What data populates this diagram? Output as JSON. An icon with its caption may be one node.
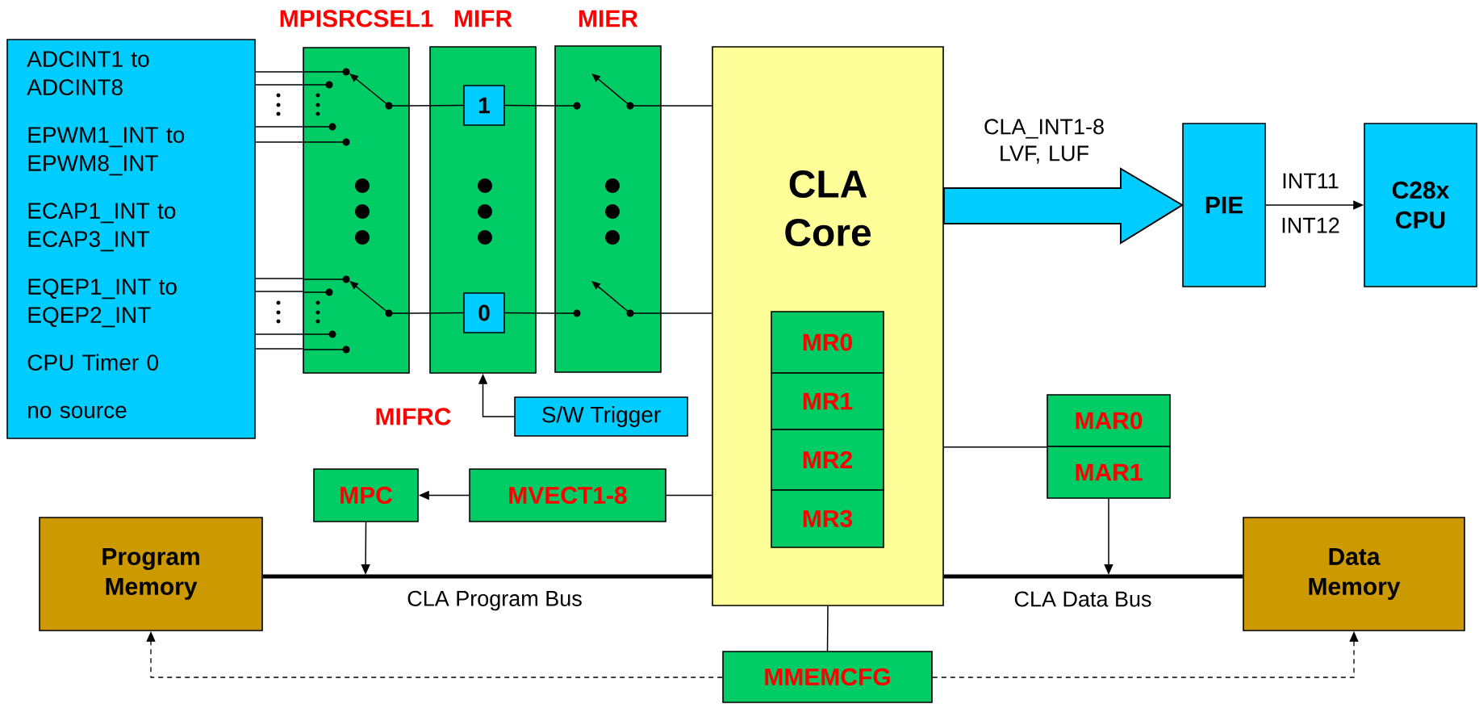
{
  "diagram": {
    "nodes": [
      {
        "text": [
          "ADCINT1 to ADCINT8",
          "EPWM1_INT to EPWM8_INT",
          "ECAP1_INT to ECAP3_INT",
          "EQEP1_INT to EQEP2_INT",
          "CPU Timer 0",
          "no source"
        ]
      },
      {
        "text": [
          "MPISRCSEL1"
        ]
      },
      {
        "text": [
          "MIFR"
        ]
      },
      {
        "text": [
          "1"
        ],
        "in": 2
      },
      {
        "text": [
          "0"
        ],
        "in": 2
      },
      {
        "text": [
          "MIER"
        ]
      },
      {
        "text": [
          "CLA Core"
        ]
      },
      {
        "text": [
          "MR0"
        ],
        "in": 6
      },
      {
        "text": [
          "MR1"
        ],
        "in": 6
      },
      {
        "text": [
          "MR2"
        ],
        "in": 6
      },
      {
        "text": [
          "MR3"
        ],
        "in": 6
      },
      {
        "text": [
          "S/W Trigger"
        ]
      },
      {
        "text": [
          "PIE"
        ]
      },
      {
        "text": [
          "C28x CPU"
        ]
      },
      {
        "text": [
          "MAR0"
        ]
      },
      {
        "text": [
          "MAR1"
        ]
      },
      {
        "text": [
          "MPC"
        ]
      },
      {
        "text": [
          "MVECT1-8"
        ]
      },
      {
        "text": [
          "Program Memory"
        ]
      },
      {
        "text": [
          "Data Memory"
        ]
      },
      {
        "text": [
          "MMEMCFG"
        ]
      }
    ],
    "edges": [
      {
        "from": 0,
        "to": 1,
        "arrow": "none"
      },
      {
        "from": 0,
        "to": 1,
        "arrow": "none"
      },
      {
        "from": 0,
        "to": 1,
        "arrow": "none"
      },
      {
        "from": 0,
        "to": 1,
        "arrow": "none"
      },
      {
        "from": 0,
        "to": 1,
        "arrow": "none"
      },
      {
        "from": 0,
        "to": 1,
        "arrow": "none"
      },
      {
        "from": 0,
        "to": 1,
        "arrow": "none"
      },
      {
        "from": 0,
        "to": 1,
        "arrow": "none"
      },
      {
        "from": 1,
        "to": 3,
        "arrow": "none"
      },
      {
        "from": 3,
        "to": 5,
        "arrow": "none"
      },
      {
        "from": 5,
        "to": 6,
        "arrow": "none"
      },
      {
        "from": 1,
        "to": 4,
        "arrow": "none"
      },
      {
        "from": 4,
        "to": 5,
        "arrow": "none"
      },
      {
        "from": 5,
        "to": 6,
        "arrow": "none"
      },
      {
        "from": 11,
        "to": 2,
        "arrow": "to"
      },
      {
        "from": 6,
        "to": 12,
        "arrow": "to",
        "style": "thick",
        "label": "CLA_INT1-8 LVF, LUF"
      },
      {
        "from": 12,
        "to": 13,
        "arrow": "to",
        "label": "INT11"
      },
      {
        "from": 6,
        "to": 17,
        "arrow": "none"
      },
      {
        "from": 17,
        "to": 16,
        "arrow": "to"
      },
      {
        "from": 16,
        "to": null,
        "arrow": "to"
      },
      {
        "from": 18,
        "to": 6,
        "arrow": "none",
        "style": "thick",
        "label": "CLA Program Bus"
      },
      {
        "from": 6,
        "to": 19,
        "arrow": "none",
        "style": "thick",
        "label": "CLA Data Bus"
      },
      {
        "from": 6,
        "to": 14,
        "arrow": "none"
      },
      {
        "from": 15,
        "to": null,
        "arrow": "to"
      },
      {
        "from": 6,
        "to": 20,
        "arrow": "none"
      },
      {
        "from": 20,
        "to": 18,
        "arrow": "to",
        "style": "dashed"
      },
      {
        "from": 20,
        "to": 19,
        "arrow": "to",
        "style": "dashed"
      }
    ],
    "labels": [
      "MIFRC",
      "INT12"
    ]
  }
}
